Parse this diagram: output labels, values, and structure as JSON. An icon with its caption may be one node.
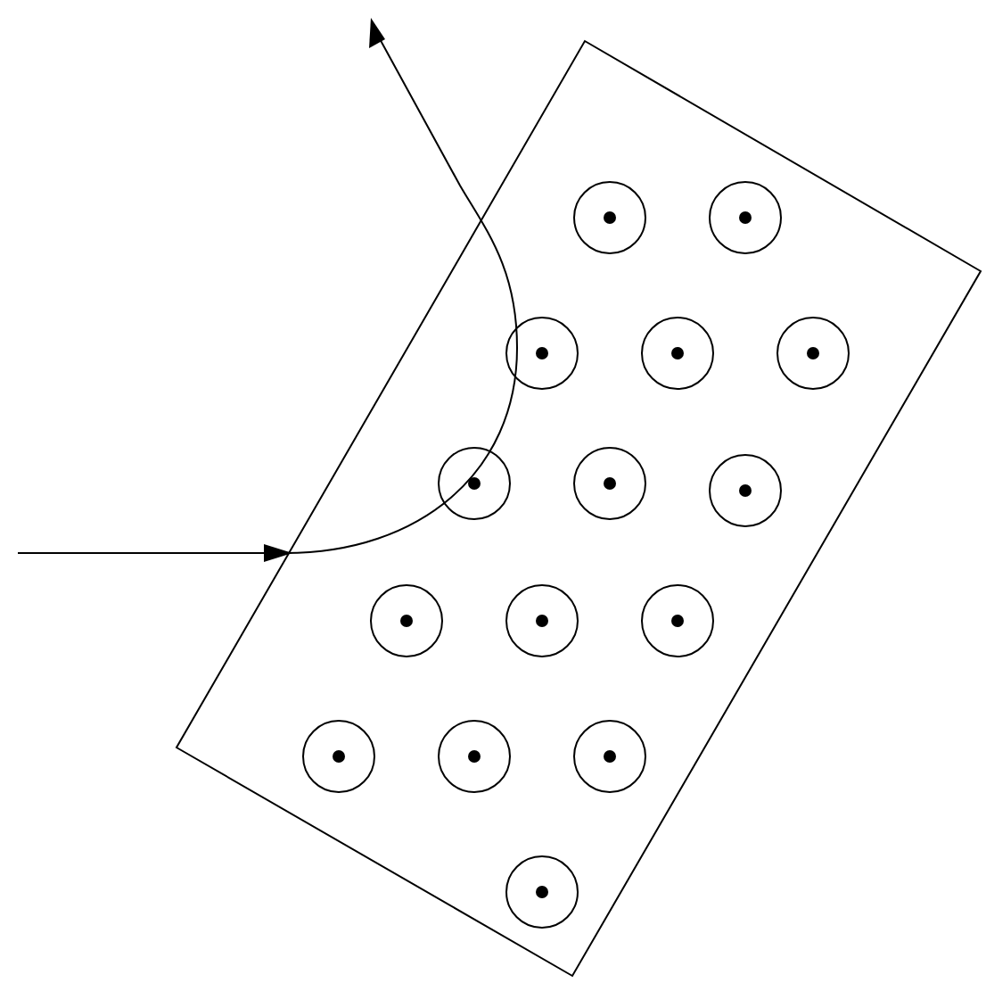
{
  "diagram": {
    "nodes": [
      {
        "text": [],
        "shape": "box"
      },
      {
        "text": [],
        "shape": "circle",
        "in": 0
      },
      {
        "text": [],
        "shape": "circle",
        "in": 0
      },
      {
        "text": [],
        "shape": "circle",
        "in": 0
      },
      {
        "text": [],
        "shape": "circle",
        "in": 0
      },
      {
        "text": [],
        "shape": "circle",
        "in": 0
      },
      {
        "text": [],
        "shape": "circle",
        "in": 0
      },
      {
        "text": [],
        "shape": "circle",
        "in": 0
      },
      {
        "text": [],
        "shape": "circle",
        "in": 0
      },
      {
        "text": [],
        "shape": "circle",
        "in": 0
      },
      {
        "text": [],
        "shape": "circle",
        "in": 0
      },
      {
        "text": [],
        "shape": "circle",
        "in": 0
      },
      {
        "text": [],
        "shape": "circle",
        "in": 0
      },
      {
        "text": [],
        "shape": "circle",
        "in": 0
      },
      {
        "text": [],
        "shape": "circle",
        "in": 0
      },
      {
        "text": [],
        "shape": "circle",
        "in": 0
      }
    ]
  }
}
